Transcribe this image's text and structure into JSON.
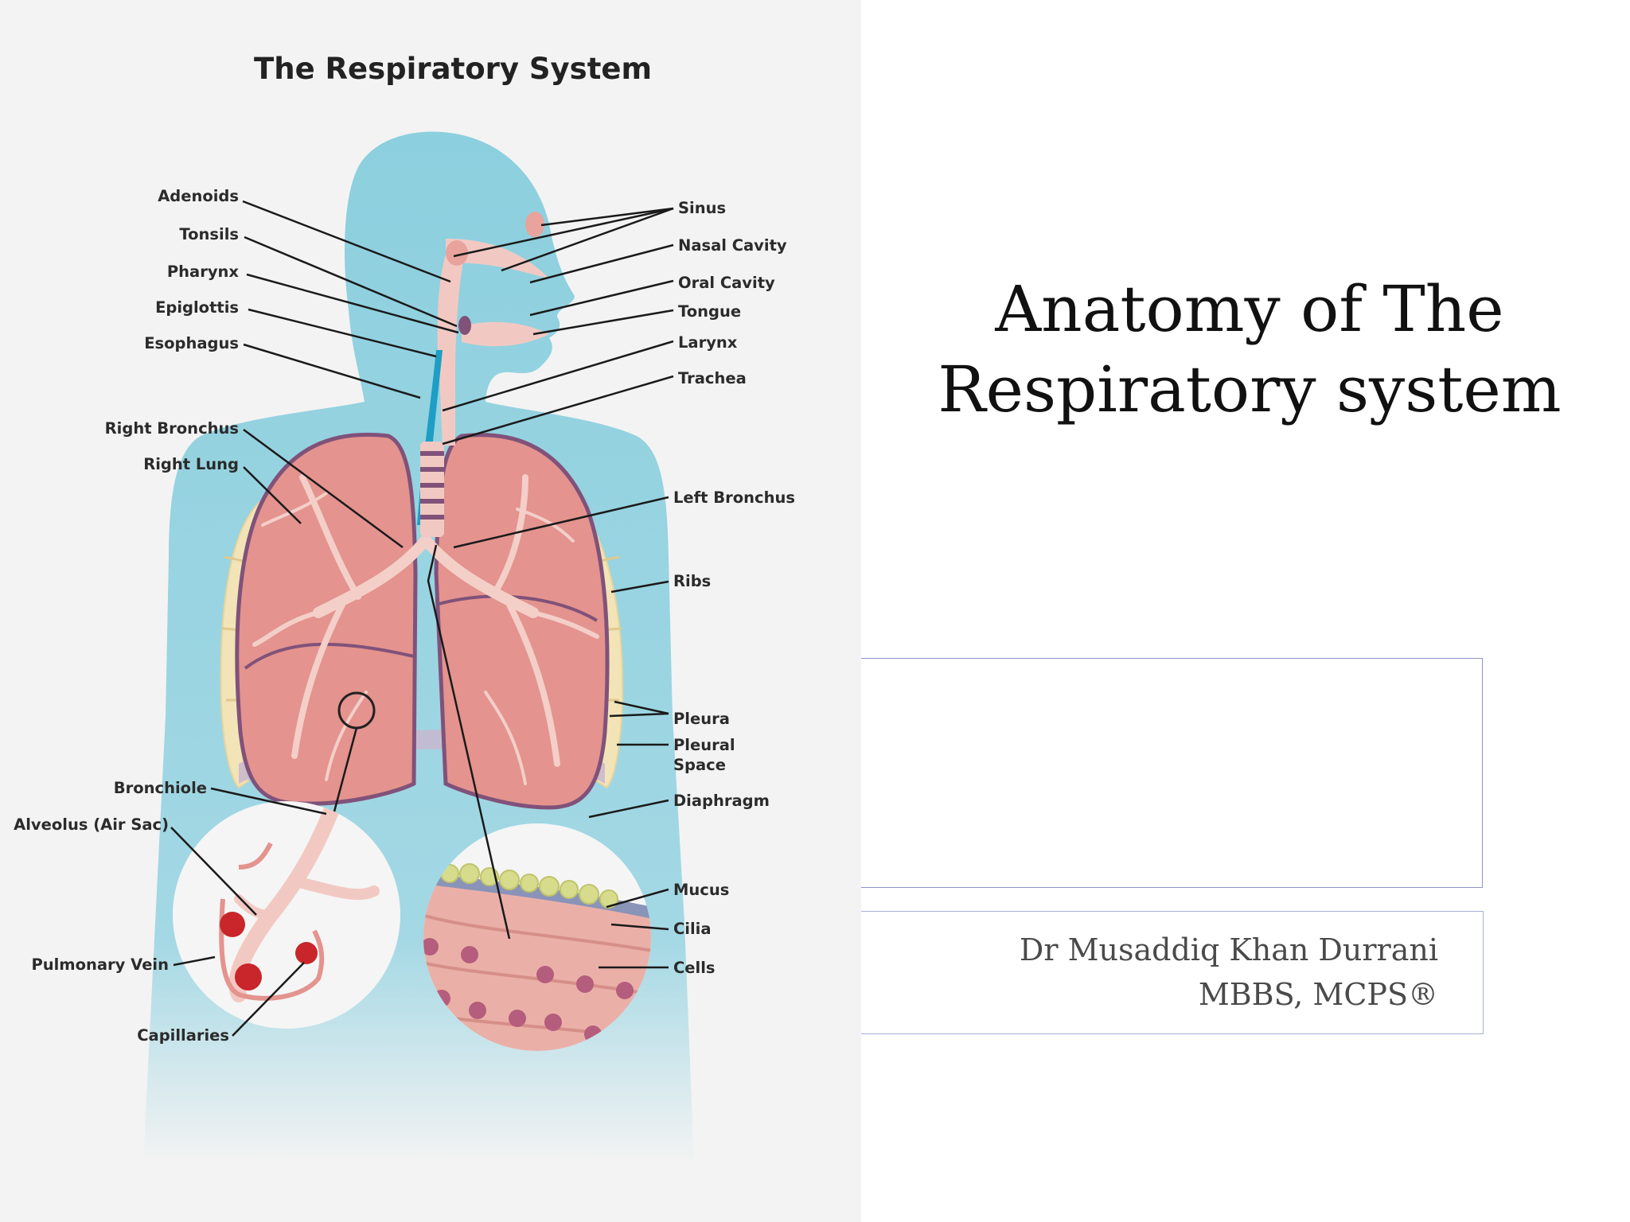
{
  "slide": {
    "title_line1": "Anatomy of The",
    "title_line2": "Respiratory system",
    "author_name": "Dr Musaddiq Khan Durrani",
    "author_credentials": "MBBS, MCPS®"
  },
  "diagram": {
    "title": "The Respiratory System",
    "labels_left": {
      "adenoids": "Adenoids",
      "tonsils": "Tonsils",
      "pharynx": "Pharynx",
      "epiglottis": "Epiglottis",
      "esophagus": "Esophagus",
      "right_bronchus": "Right Bronchus",
      "right_lung": "Right Lung",
      "bronchiole": "Bronchiole",
      "alveolus": "Alveolus (Air Sac)",
      "pulmonary_vein": "Pulmonary Vein",
      "capillaries": "Capillaries"
    },
    "labels_right": {
      "sinus": "Sinus",
      "nasal_cavity": "Nasal Cavity",
      "oral_cavity": "Oral Cavity",
      "tongue": "Tongue",
      "larynx": "Larynx",
      "trachea": "Trachea",
      "left_bronchus": "Left Bronchus",
      "ribs": "Ribs",
      "pleura": "Pleura",
      "pleural_space_line1": "Pleural",
      "pleural_space_line2": "Space",
      "diaphragm": "Diaphragm",
      "mucus": "Mucus",
      "cilia": "Cilia",
      "cells": "Cells"
    },
    "colors": {
      "body": "#8fd0de",
      "lung": "#e4938e",
      "lung_outline": "#80527a",
      "airway": "#f2c9c2",
      "rib": "#f2e4b7",
      "blood": "#c8262a",
      "mucus": "#d7dc8c"
    }
  }
}
